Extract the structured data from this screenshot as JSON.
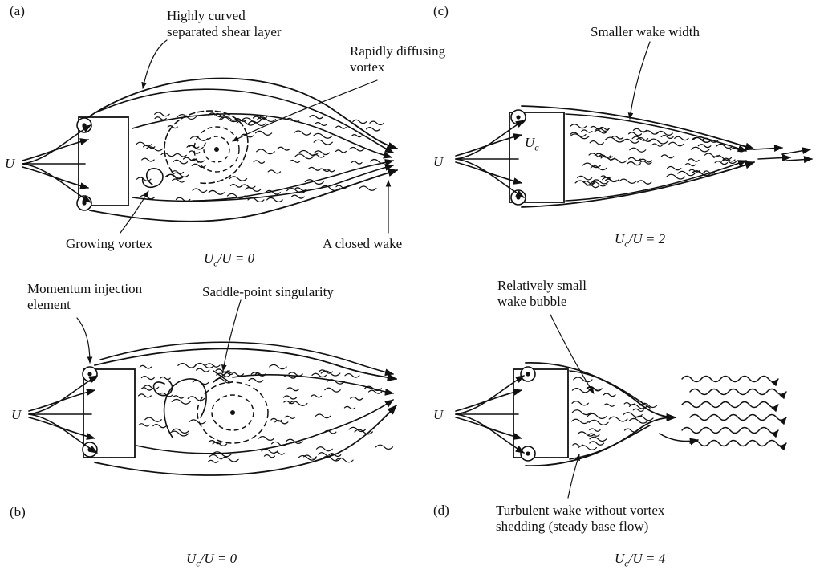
{
  "panels": {
    "a": {
      "tag": "(a)",
      "condition_main": "U",
      "condition_sub": "c",
      "condition_rest": "/U = 0",
      "freestream": "U",
      "labels": {
        "shear_layer": [
          "Highly curved",
          "separated shear layer"
        ],
        "diffusing_vortex": [
          "Rapidly diffusing",
          "vortex"
        ],
        "growing_vortex": "Growing vortex",
        "closed_wake": "A closed wake"
      }
    },
    "b": {
      "tag": "(b)",
      "condition_main": "U",
      "condition_sub": "c",
      "condition_rest": "/U = 0",
      "freestream": "U",
      "labels": {
        "momentum_injection": [
          "Momentum injection",
          "element"
        ],
        "saddle_point": "Saddle-point singularity"
      }
    },
    "c": {
      "tag": "(c)",
      "condition_main": "U",
      "condition_sub": "c",
      "condition_rest": "/U = 2",
      "freestream": "U",
      "labels": {
        "wake_width": "Smaller wake width",
        "surface_velocity_main": "U",
        "surface_velocity_sub": "c"
      }
    },
    "d": {
      "tag": "(d)",
      "condition_main": "U",
      "condition_sub": "c",
      "condition_rest": "/U = 4",
      "freestream": "U",
      "labels": {
        "wake_bubble": [
          "Relatively small",
          "wake bubble"
        ],
        "turbulent_wake": [
          "Turbulent wake without vortex",
          "shedding (steady base flow)"
        ]
      }
    }
  },
  "colors": {
    "ink": "#111111",
    "background": "#ffffff"
  }
}
